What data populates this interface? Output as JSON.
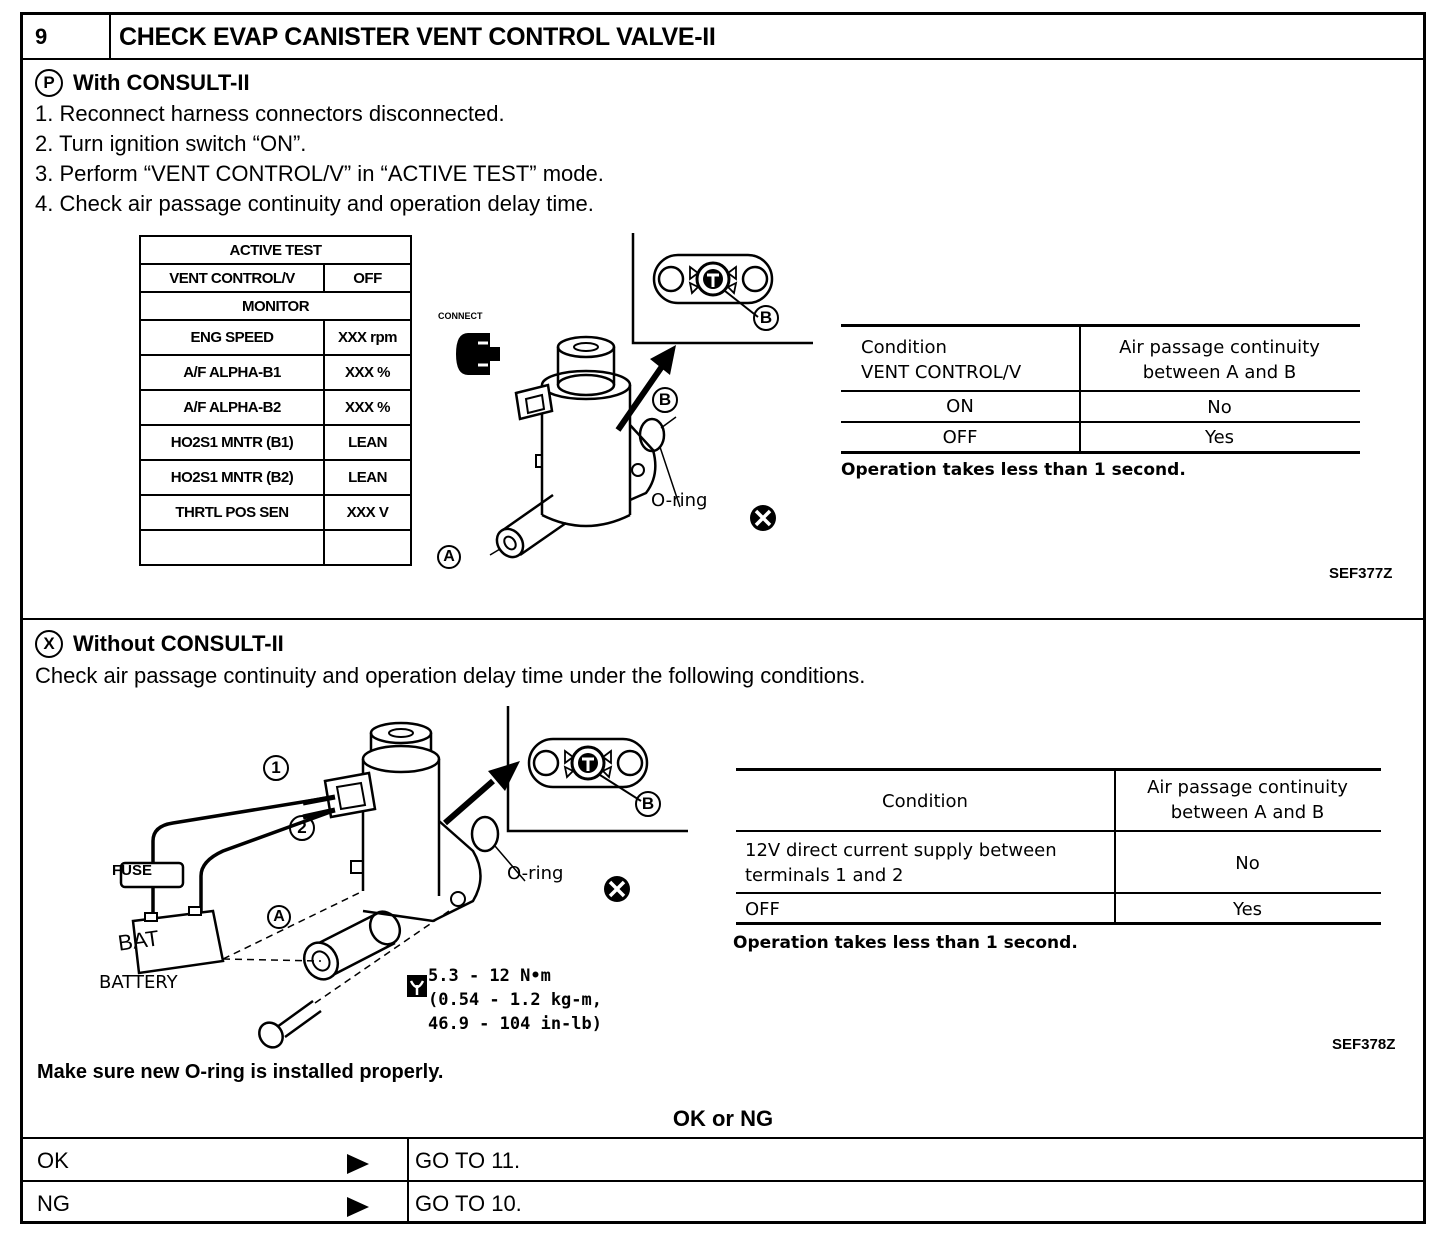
{
  "header": {
    "number": "9",
    "title": "CHECK EVAP CANISTER VENT CONTROL VALVE-II"
  },
  "with_consult": {
    "icon_glyph": "P",
    "heading": "With CONSULT-II",
    "steps": [
      "1.  Reconnect harness connectors disconnected.",
      "2.  Turn ignition switch “ON”.",
      "3.  Perform “VENT CONTROL/V” in “ACTIVE TEST” mode.",
      "4.  Check air passage continuity and operation delay time."
    ],
    "active_test": {
      "title": "ACTIVE TEST",
      "row": [
        "VENT CONTROL/V",
        "OFF"
      ],
      "monitor_label": "MONITOR",
      "monitor_rows": [
        [
          "ENG SPEED",
          "XXX rpm"
        ],
        [
          "A/F ALPHA-B1",
          "XXX %"
        ],
        [
          "A/F ALPHA-B2",
          "XXX %"
        ],
        [
          "HO2S1 MNTR (B1)",
          "LEAN"
        ],
        [
          "HO2S1 MNTR (B2)",
          "LEAN"
        ],
        [
          "THRTL POS SEN",
          "XXX V"
        ],
        [
          "",
          ""
        ]
      ]
    },
    "diagram": {
      "connect_label": "CONNECT",
      "label_a": "A",
      "label_b": "B",
      "label_b_detail": "B",
      "oring_label": "O-ring"
    },
    "table": {
      "header_col1_line1": "Condition",
      "header_col1_line2": "VENT CONTROL/V",
      "header_col2_line1": "Air passage continuity",
      "header_col2_line2": "between A and B",
      "rows": [
        [
          "ON",
          "No"
        ],
        [
          "OFF",
          "Yes"
        ]
      ]
    },
    "note": "Operation takes less than 1 second.",
    "figure_code": "SEF377Z"
  },
  "without_consult": {
    "icon_glyph": "X",
    "heading": "Without CONSULT-II",
    "instruction": "Check air passage continuity and operation delay time under the following conditions.",
    "diagram": {
      "terminal_1": "1",
      "terminal_2": "2",
      "fuse_label": "FUSE",
      "bat_label": "BAT",
      "battery_label": "BATTERY",
      "label_a": "A",
      "label_b_detail": "B",
      "oring_label": "O-ring",
      "torque_line1": "5.3 - 12 N•m",
      "torque_line2": "(0.54 - 1.2 kg-m,",
      "torque_line3": "46.9 - 104 in-lb)"
    },
    "table": {
      "header_col1": "Condition",
      "header_col2_line1": "Air passage continuity",
      "header_col2_line2": "between A and B",
      "row1_col1_line1": "12V direct current supply between",
      "row1_col1_line2": "terminals 1 and 2",
      "row1_col2": "No",
      "row2_col1": "OFF",
      "row2_col2": "Yes"
    },
    "note": "Operation takes less than 1 second.",
    "figure_code": "SEF378Z",
    "warning": "Make sure new O-ring is installed properly."
  },
  "result": {
    "title": "OK or NG",
    "rows": [
      {
        "label": "OK",
        "action": "GO TO 11."
      },
      {
        "label": "NG",
        "action": "GO TO 10."
      }
    ]
  }
}
